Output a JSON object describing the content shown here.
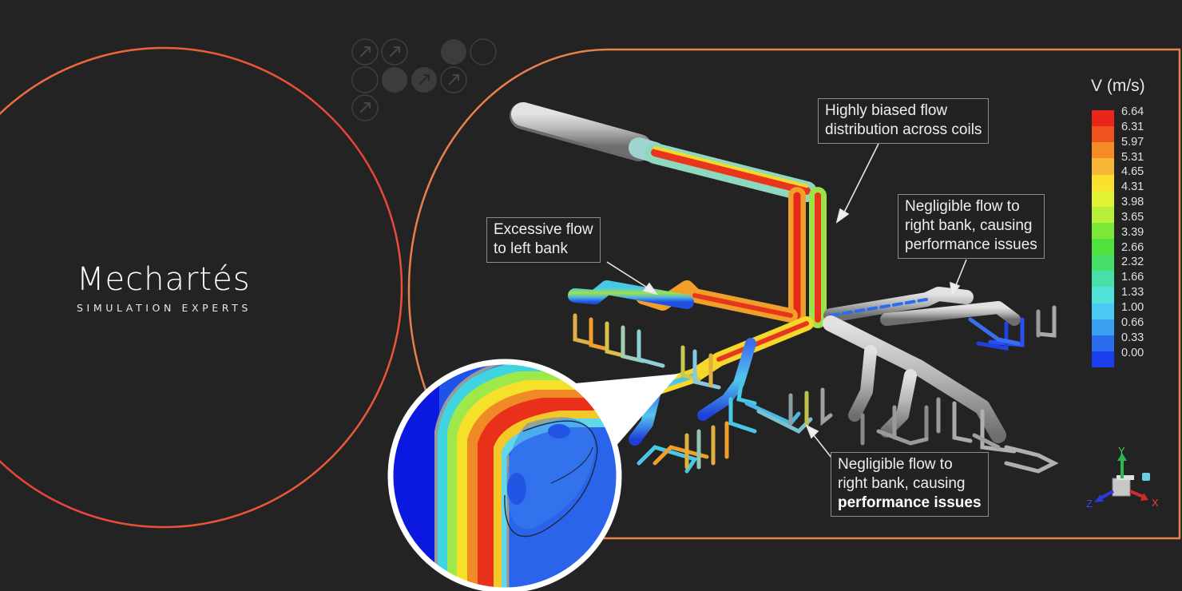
{
  "brand": {
    "name": "Mechartés",
    "tagline": "SIMULATION EXPERTS"
  },
  "colors": {
    "background": "#232323",
    "ring_start": "#f07c3c",
    "ring_end": "#e8413a",
    "frame": "#e8804a",
    "callout_border": "#8c8c8c"
  },
  "decor": {
    "icon_grid": [
      {
        "row": 0,
        "col": 0,
        "type": "outline-arrow"
      },
      {
        "row": 0,
        "col": 1,
        "type": "outline-arrow"
      },
      {
        "row": 0,
        "col": 3,
        "type": "filled"
      },
      {
        "row": 0,
        "col": 4,
        "type": "outline"
      },
      {
        "row": 1,
        "col": 0,
        "type": "outline"
      },
      {
        "row": 1,
        "col": 1,
        "type": "filled"
      },
      {
        "row": 1,
        "col": 2,
        "type": "filled-arrow"
      },
      {
        "row": 1,
        "col": 3,
        "type": "outline-arrow"
      },
      {
        "row": 2,
        "col": 0,
        "type": "outline-arrow"
      }
    ]
  },
  "simulation": {
    "callouts": {
      "top": "Highly biased flow\ndistribution across coils",
      "left": "Excessive flow\nto left bank",
      "right": "Negligible flow to\nright bank, causing\nperformance issues",
      "bottom_line1": "Negligible flow to",
      "bottom_line2": "right bank, causing",
      "bottom_line3": "performance issues"
    },
    "top_line1": "Highly biased flow",
    "top_line2": "distribution across coils",
    "left_line1": "Excessive flow",
    "left_line2": "to left bank",
    "right_line1": "Negligible flow to",
    "right_line2": "right bank, causing",
    "right_line3": "performance issues"
  },
  "legend": {
    "title": "V (m/s)",
    "values": [
      "6.64",
      "6.31",
      "5.97",
      "5.31",
      "4.65",
      "4.31",
      "3.98",
      "3.65",
      "3.39",
      "2.66",
      "2.32",
      "1.66",
      "1.33",
      "1.00",
      "0.66",
      "0.33",
      "0.00"
    ],
    "colors": [
      "#e8261a",
      "#f0521e",
      "#f58a26",
      "#f8b636",
      "#fbe12e",
      "#e4f236",
      "#b8ef38",
      "#7ee83a",
      "#4fe23c",
      "#46e06a",
      "#48e0a8",
      "#4ee2d8",
      "#4cc8f4",
      "#3aa0f0",
      "#2a6ef0",
      "#1a40ee",
      "#0a10f0"
    ]
  },
  "axes": {
    "x": "X",
    "y": "Y",
    "z": "Z"
  }
}
